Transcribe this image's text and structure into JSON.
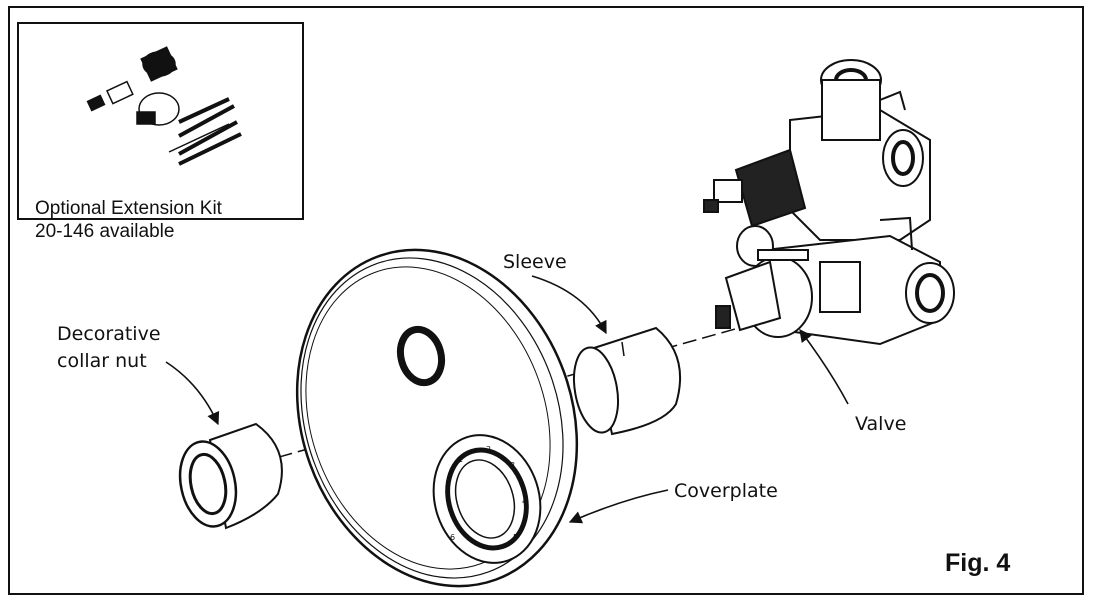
{
  "inset": {
    "caption_line1": "Optional Extension Kit",
    "caption_line2": "20-146 available"
  },
  "labels": {
    "sleeve": "Sleeve",
    "decorative_line1": "Decorative",
    "decorative_line2": "collar nut",
    "valve": "Valve",
    "coverplate": "Coverplate",
    "figure": "Fig. 4"
  },
  "dial_markings": [
    "1",
    "2",
    "3",
    "4",
    "5",
    "6"
  ]
}
